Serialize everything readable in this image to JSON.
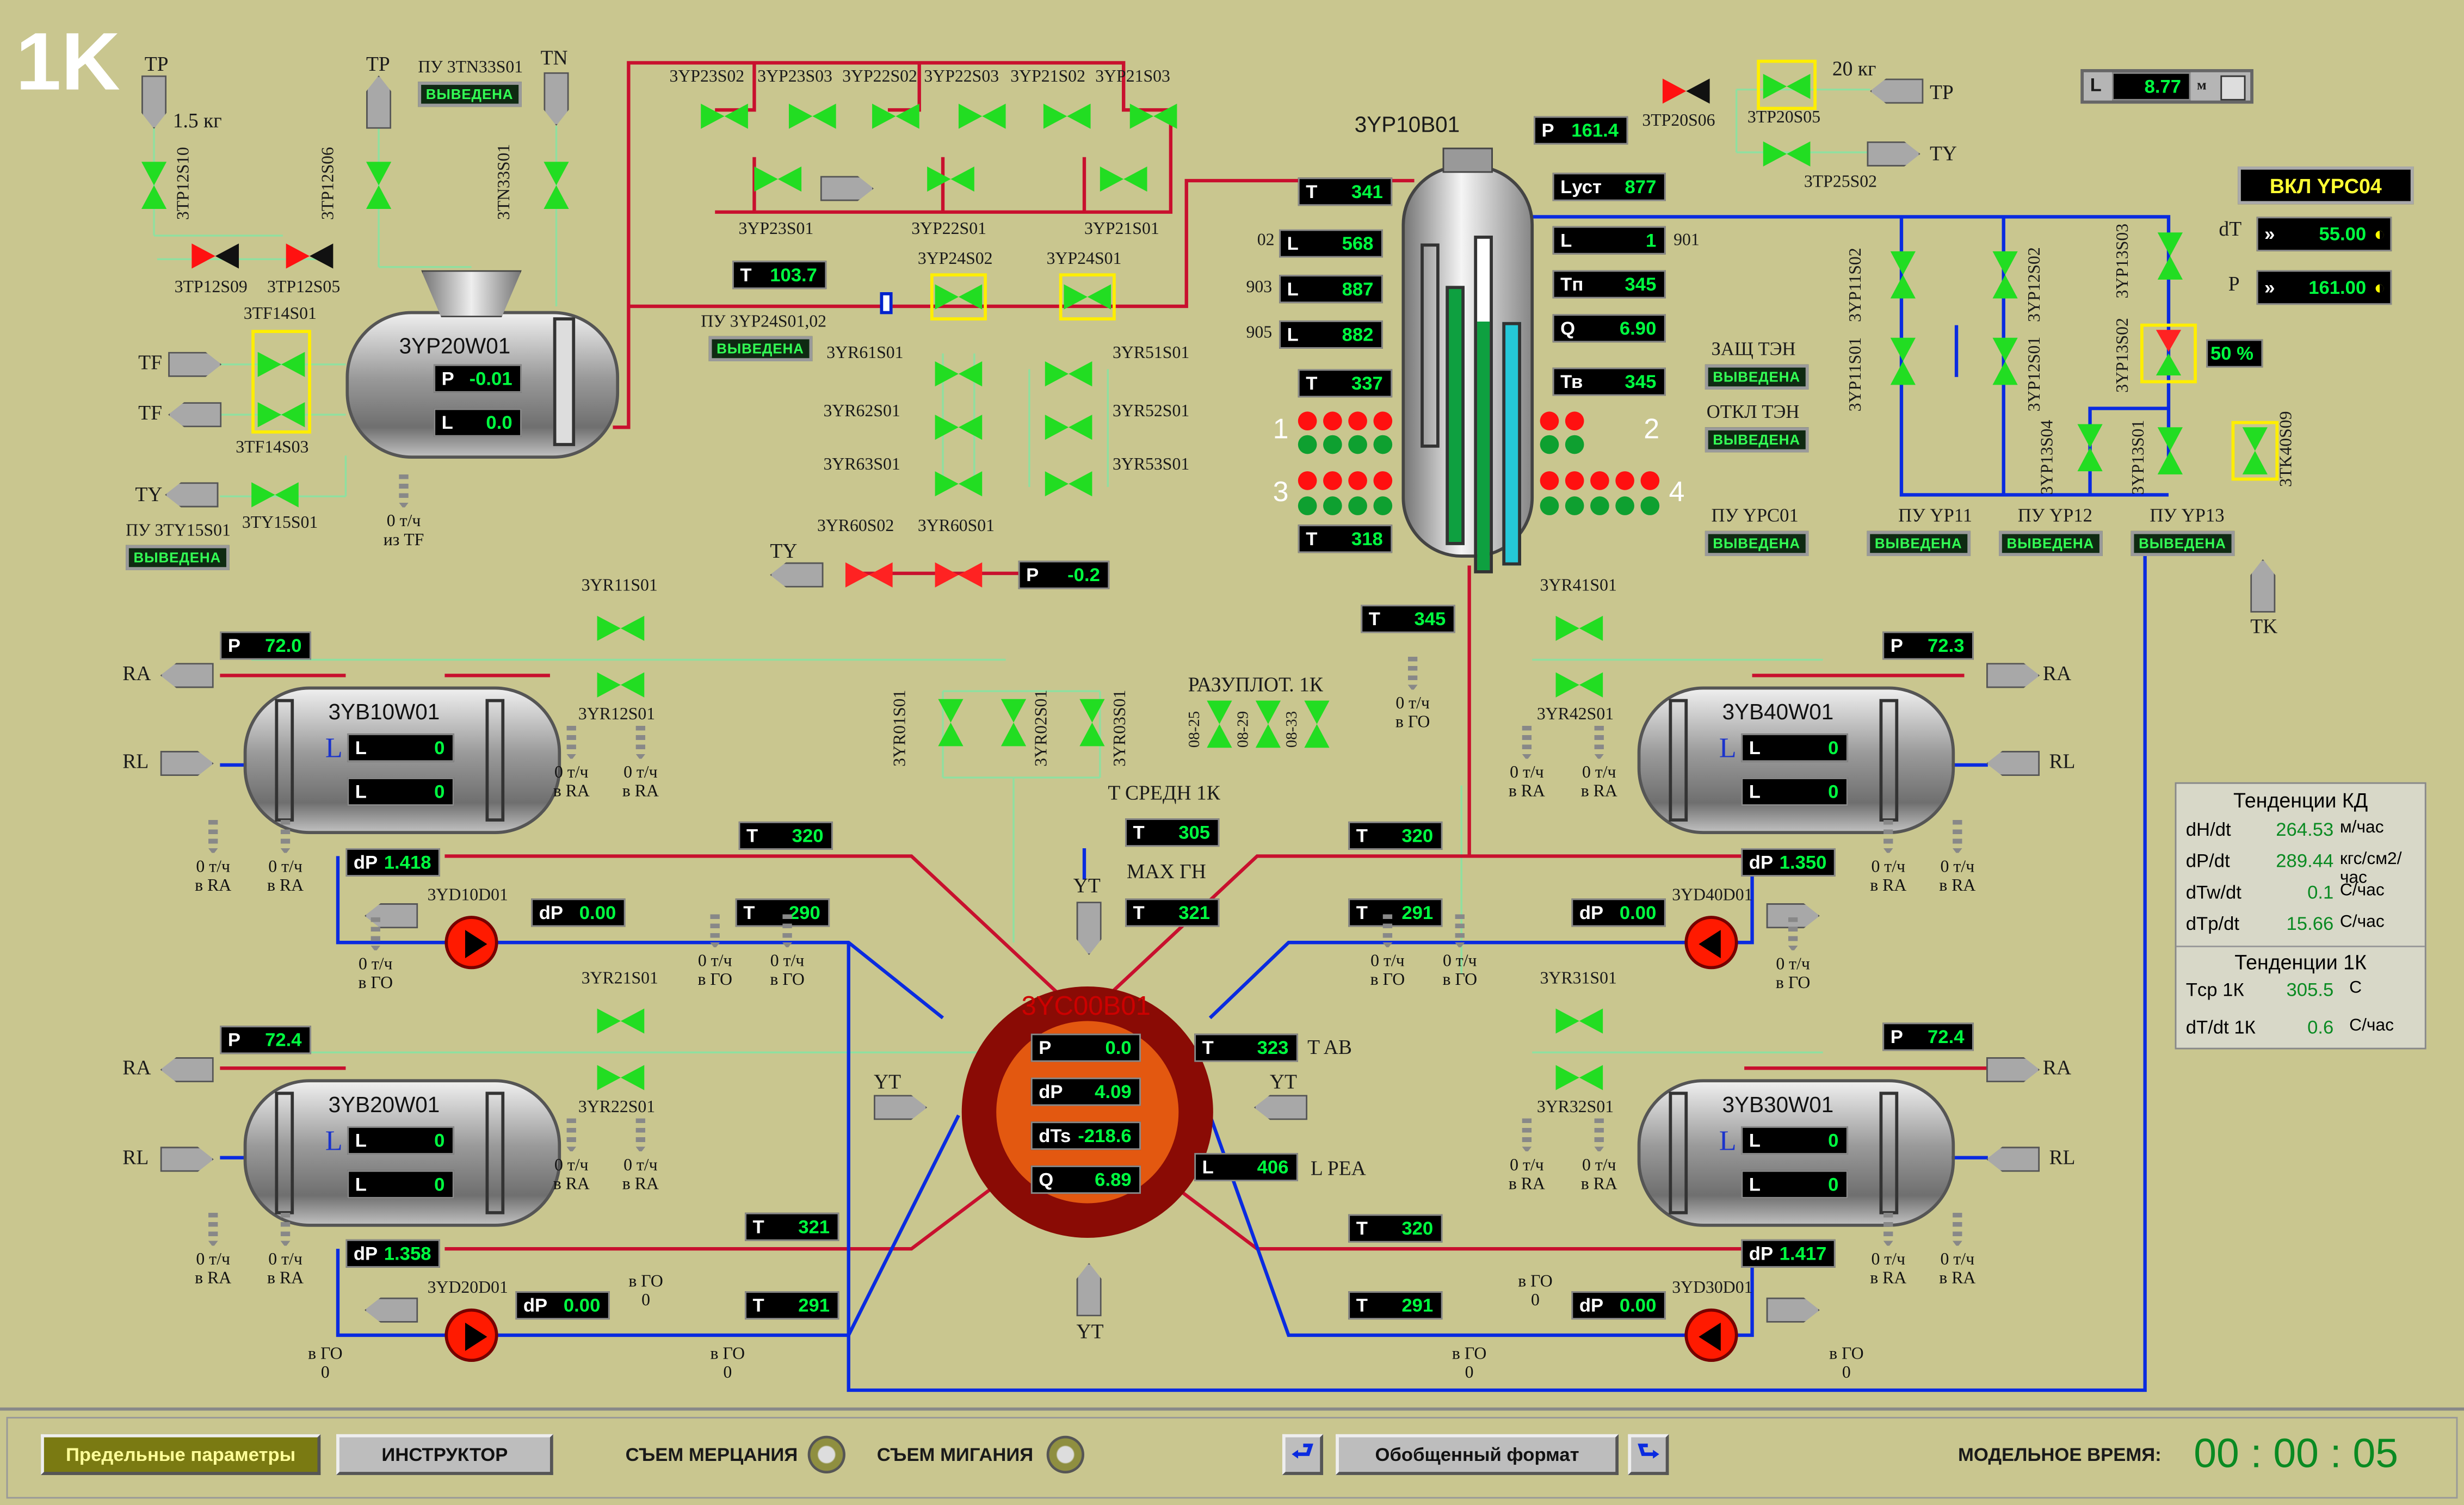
{
  "unit_label": "1K",
  "colors": {
    "background": "#c9c68f",
    "value_green": "#00ff40",
    "pipe_red": "#c8102e",
    "pipe_blue": "#0a2be0",
    "valve_green": "#22dd22",
    "pump_red": "#ff1a00"
  },
  "top_left": {
    "tp1": "TP",
    "mass": "1.5 кг",
    "tp2": "TP",
    "pu_tn": "ПУ 3TN33S01",
    "pu_tn_badge": "ВЫВЕДЕНА",
    "tn": "TN",
    "v_tp12s10": "3TP12S10",
    "v_tp12s06": "3TP12S06",
    "v_tn33s01": "3TN33S01",
    "v_tp12s09": "3TP12S09",
    "v_tp12s05": "3TP12S05",
    "v_tf14s01": "3TF14S01",
    "v_tf14s03": "3TF14S03",
    "tf1": "TF",
    "tf2": "TF",
    "ty": "TY",
    "pu_ty": "ПУ 3TY15S01",
    "pu_ty_badge": "ВЫВЕДЕНА",
    "v_ty15s01": "3TY15S01",
    "flow_tf": "0 т/ч",
    "flow_tf_src": "из TF"
  },
  "yp20w01": {
    "name": "3YP20W01",
    "p_key": "P",
    "p_val": "-0.01",
    "l_key": "L",
    "l_val": "0.0"
  },
  "top_valves": {
    "names": [
      "3YP23S02",
      "3YP23S03",
      "3YP22S02",
      "3YP22S03",
      "3YP21S02",
      "3YP21S03"
    ],
    "row2": [
      "3YP23S01",
      "3YP22S01",
      "3YP21S01"
    ],
    "yp24s02": "3YP24S02",
    "yp24s01": "3YP24S01",
    "t_key": "T",
    "t_val": "103.7",
    "pu_yp24": "ПУ 3YP24S01,02",
    "pu_yp24_badge": "ВЫВЕДЕНА"
  },
  "yr_mid": {
    "yr61": "3YR61S01",
    "yr62": "3YR62S01",
    "yr63": "3YR63S01",
    "yr51": "3YR51S01",
    "yr52": "3YR52S01",
    "yr53": "3YR53S01",
    "yr60s02": "3YR60S02",
    "yr60s01": "3YR60S01",
    "ty": "TY",
    "p_key": "P",
    "p_val": "-0.2"
  },
  "top_right": {
    "tp20s06": "3TP20S06",
    "tp20s05": "3TP20S05",
    "mass": "20 кг",
    "tp": "TP",
    "ty": "TY",
    "tp25s02": "3TP25S02",
    "l_key": "L",
    "l_val": "8.77",
    "l_unit": "м"
  },
  "pressurizer": {
    "name": "3YP10B01",
    "p_key": "P",
    "p_val": "161.4",
    "t1_key": "T",
    "t1_val": "341",
    "lust_key": "Lуст",
    "lust_val": "877",
    "l_key": "L",
    "l_val": "1",
    "l_tag": "901",
    "tn_key": "Tп",
    "tn_val": "345",
    "q_key": "Q",
    "q_val": "6.90",
    "tv_key": "Тв",
    "tv_val": "345",
    "l568_tag": "02",
    "l568_key": "L",
    "l568_val": "568",
    "l887_tag": "903",
    "l887_key": "L",
    "l887_val": "887",
    "l882_tag": "905",
    "l882_key": "L",
    "l882_val": "882",
    "t337_key": "T",
    "t337_val": "337",
    "t318_key": "T",
    "t318_val": "318",
    "t345b_key": "T",
    "t345b_val": "345",
    "grp1": "1",
    "grp2": "2",
    "grp3": "3",
    "grp4": "4",
    "zasch": "ЗАЩ ТЭН",
    "zasch_badge": "ВЫВЕДЕНА",
    "otkl": "ОТКЛ ТЭН",
    "otkl_badge": "ВЫВЕДЕНА",
    "pu_ypc01": "ПУ YPC01",
    "pu_ypc01_badge": "ВЫВЕДЕНА"
  },
  "right_top": {
    "vkl": "ВКЛ YPC04",
    "dt_key": "dT",
    "dt_val": "55.00",
    "p_key": "P",
    "p_val": "161.00",
    "yp11s02": "3YP11S02",
    "yp11s01": "3YP11S01",
    "yp12s01": "3YP12S01",
    "yp12s02": "3YP12S02",
    "yp13s03": "3YP13S03",
    "yp13s02": "3YP13S02",
    "yp13s04": "3YP13S04",
    "yp13s01": "3YP13S01",
    "tk40s09": "3TK40S09",
    "pct": "50 %",
    "pu_yp11": "ПУ YP11",
    "pu_yp12": "ПУ YP12",
    "pu_yp13": "ПУ YP13",
    "badge": "ВЫВЕДЕНА",
    "tk": "TK"
  },
  "sg": [
    {
      "name": "3YB10W01",
      "p_key": "P",
      "p_val": "72.0",
      "l1": "0",
      "l2": "0",
      "dp_key": "dP",
      "dp_val": "1.418",
      "pump": "3YD10D01",
      "pump_dp": "0.00",
      "t_hot": "320",
      "t_cold": "290",
      "yr_a": "3YR11S01",
      "yr_b": "3YR12S01"
    },
    {
      "name": "3YB20W01",
      "p_key": "P",
      "p_val": "72.4",
      "l1": "0",
      "l2": "0",
      "dp_key": "dP",
      "dp_val": "1.358",
      "pump": "3YD20D01",
      "pump_dp": "0.00",
      "t_hot": "321",
      "t_cold": "291",
      "yr_a": "3YR21S01",
      "yr_b": "3YR22S01"
    },
    {
      "name": "3YB30W01",
      "p_key": "P",
      "p_val": "72.4",
      "l1": "0",
      "l2": "0",
      "dp_key": "dP",
      "dp_val": "1.417",
      "pump": "3YD30D01",
      "pump_dp": "0.00",
      "t_hot": "320",
      "t_cold": "291",
      "yr_a": "3YR31S01",
      "yr_b": "3YR32S01"
    },
    {
      "name": "3YB40W01",
      "p_key": "P",
      "p_val": "72.3",
      "l1": "0",
      "l2": "0",
      "dp_key": "dP",
      "dp_val": "1.350",
      "pump": "3YD40D01",
      "pump_dp": "0.00",
      "t_hot": "320",
      "t_cold": "291",
      "yr_a": "3YR41S01",
      "yr_b": "3YR42S01"
    }
  ],
  "common": {
    "ra": "RA",
    "rl": "RL",
    "l": "L",
    "t": "T",
    "dp": "dP",
    "flow": "0 т/ч",
    "to_ra": "в RA",
    "to_go": "в ГО",
    "go": "в ГО",
    "zero": "0"
  },
  "reactor": {
    "name": "3YC00B01",
    "p_key": "P",
    "p_val": "0.0",
    "dp_key": "dP",
    "dp_val": "4.09",
    "dts_key": "dTs",
    "dts_val": "-218.6",
    "q_key": "Q",
    "q_val": "6.89",
    "tav_key": "T",
    "tav_val": "323",
    "tav_lbl": "T AB",
    "lpea_key": "L",
    "lpea_val": "406",
    "lpea_lbl": "L PEA",
    "yt": "YT",
    "yr01": "3YR01S01",
    "yr02": "3YR02S01",
    "yr03": "3YR03S01",
    "razuplot": "РАЗУПЛОТ. 1К",
    "s825": "08-25",
    "s829": "08-29",
    "s833": "08-33",
    "tsred_lbl": "T СРЕДН 1К",
    "tsred_key": "T",
    "tsred_val": "305",
    "maxgn_lbl": "MAX ГН",
    "maxgn_key": "T",
    "maxgn_val": "321"
  },
  "trends": {
    "title1": "Тенденции КД",
    "rows1": [
      {
        "k": "dH/dt",
        "v": "264.53",
        "u": "м/час"
      },
      {
        "k": "dP/dt",
        "v": "289.44",
        "u": "кгс/см2/час"
      },
      {
        "k": "dTw/dt",
        "v": "0.1",
        "u": "C/час"
      },
      {
        "k": "dTp/dt",
        "v": "15.66",
        "u": "C/час"
      }
    ],
    "title2": "Тенденции 1К",
    "rows2": [
      {
        "k": "Tср 1К",
        "v": "305.5",
        "u": "C"
      },
      {
        "k": "dT/dt 1К",
        "v": "0.6",
        "u": "C/час"
      }
    ]
  },
  "bottom": {
    "limits": "Предельные параметры",
    "instructor": "ИНСТРУКТОР",
    "flicker": "СЪЕМ МЕРЦАНИЯ",
    "blink": "СЪЕМ МИГАНИЯ",
    "general": "Обобщенный формат",
    "model_time_lbl": "МОДЕЛЬНОЕ ВРЕМЯ:",
    "model_time": "00 : 00 : 05"
  }
}
